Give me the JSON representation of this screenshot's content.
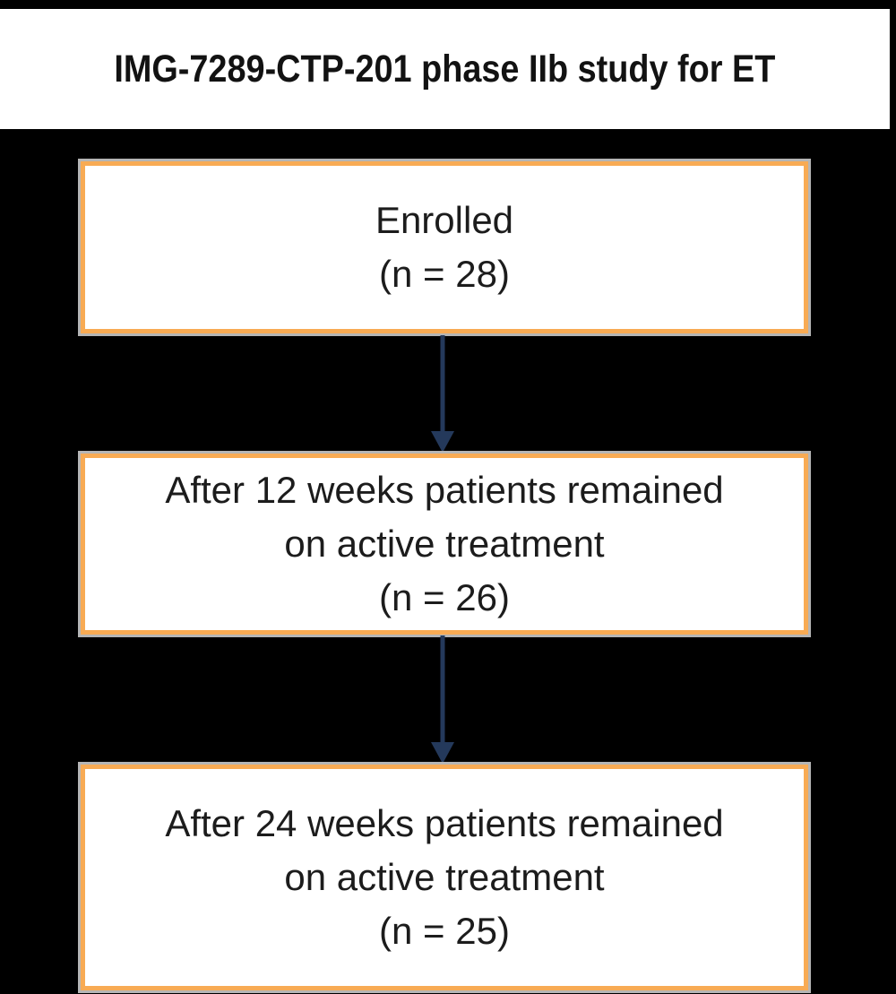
{
  "title": "IMG-7289-CTP-201 phase IIb study for ET",
  "flowchart": {
    "boxes": [
      {
        "name": "enrolled",
        "lines": [
          "Enrolled",
          "(n = 28)"
        ]
      },
      {
        "name": "week-12",
        "lines": [
          "After 12 weeks patients remained",
          "on active treatment",
          "(n = 26)"
        ]
      },
      {
        "name": "week-24",
        "lines": [
          "After 24 weeks patients remained",
          "on active treatment",
          "(n = 25)"
        ]
      }
    ],
    "connectors": [
      {
        "from": "enrolled",
        "to": "week-12",
        "direction": "down"
      },
      {
        "from": "week-12",
        "to": "week-24",
        "direction": "down"
      }
    ]
  },
  "colors": {
    "background": "#ffffff",
    "panel": "#000000",
    "box_fill": "#ffffff",
    "box_border": "#f8ab54",
    "box_outline": "#b5b5b5",
    "arrow": "#24395b",
    "title_text": "#121212",
    "box_text": "#1c1c1c"
  }
}
